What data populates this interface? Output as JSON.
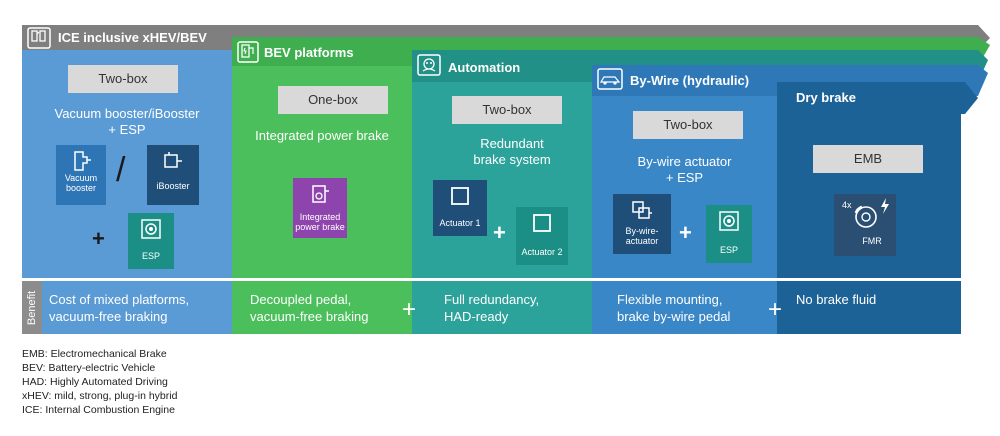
{
  "colors": {
    "ice": "#5b9bd5",
    "bev": "#4bbf5b",
    "automation": "#2ba39a",
    "bywire": "#3a87c8",
    "drybrake": "#1d6296",
    "header_gray": "#7f7f7f",
    "benefit_label": "#8c8c8c",
    "tile_dark": "#1f4e79",
    "tile_teal": "#1b8e86",
    "tile_purple": "#8e44ad"
  },
  "columns": {
    "ice": {
      "title": "ICE inclusive xHEV/BEV",
      "system_box": "Two-box",
      "description_line1": "Vacuum booster/iBooster",
      "description_line2": "+ ESP",
      "tiles": {
        "vacuum_line1": "Vacuum",
        "vacuum_line2": "booster",
        "slash": "/",
        "ibooster": "iBooster",
        "esp": "ESP"
      },
      "plus": "+",
      "benefit_line1": "Cost of mixed platforms,",
      "benefit_line2": "vacuum-free braking"
    },
    "bev": {
      "title": "BEV platforms",
      "system_box": "One-box",
      "description": "Integrated power brake",
      "tiles": {
        "ipb_line1": "Integrated",
        "ipb_line2": "power brake"
      },
      "benefit_line1": "Decoupled pedal,",
      "benefit_line2": "vacuum-free braking",
      "plus": "+"
    },
    "automation": {
      "title": "Automation",
      "system_box": "Two-box",
      "description_line1": "Redundant",
      "description_line2": "brake system",
      "tiles": {
        "actuator1": "Actuator 1",
        "actuator2": "Actuator 2"
      },
      "plus": "+",
      "benefit_line1": "Full redundancy,",
      "benefit_line2": "HAD-ready"
    },
    "bywire": {
      "title": "By-Wire (hydraulic)",
      "system_box": "Two-box",
      "description_line1": "By-wire actuator",
      "description_line2": "+ ESP",
      "tiles": {
        "bwa_line1": "By-wire-",
        "bwa_line2": "actuator",
        "esp": "ESP"
      },
      "plus": "+",
      "benefit_line1": "Flexible mounting,",
      "benefit_line2": "brake by-wire pedal",
      "benefit_plus": "+"
    },
    "dry": {
      "title": "Dry brake",
      "system_box": "EMB",
      "tiles": {
        "count": "4x",
        "fmr": "FMR"
      },
      "benefit_line1": "No brake fluid"
    }
  },
  "benefit_label": "Benefit",
  "legend": [
    "EMB: Electromechanical Brake",
    "BEV: Battery-electric Vehicle",
    "HAD: Highly Automated Driving",
    "xHEV: mild, strong, plug-in hybrid",
    "ICE: Internal Combustion Engine"
  ]
}
